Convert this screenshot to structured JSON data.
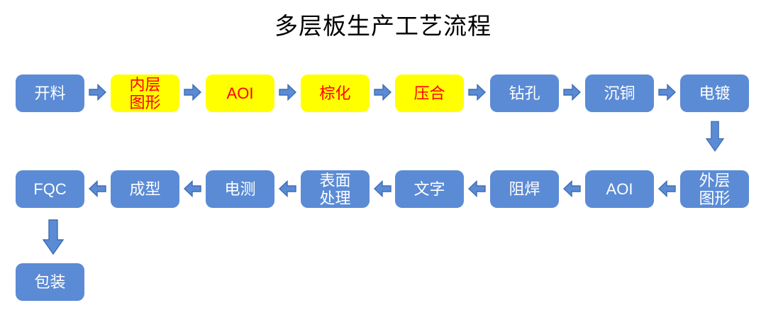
{
  "title": "多层板生产工艺流程",
  "colors": {
    "background": "#FFFFFF",
    "title_color": "#000000",
    "node_blue": "#5B8BD5",
    "node_yellow": "#FFFF00",
    "node_text_light": "#FFFFFF",
    "node_text_red": "#FF0000",
    "arrow_fill": "#5B8BD5",
    "arrow_stroke": "#3E6CB0"
  },
  "flow": {
    "row1": {
      "direction": "left-to-right",
      "nodes": [
        {
          "label": "开料",
          "highlight": false
        },
        {
          "label": "内层\n图形",
          "highlight": true
        },
        {
          "label": "AOI",
          "highlight": true
        },
        {
          "label": "棕化",
          "highlight": true
        },
        {
          "label": "压合",
          "highlight": true
        },
        {
          "label": "钻孔",
          "highlight": false
        },
        {
          "label": "沉铜",
          "highlight": false
        },
        {
          "label": "电镀",
          "highlight": false
        }
      ]
    },
    "row2": {
      "direction": "right-to-left",
      "nodes": [
        {
          "label": "FQC",
          "highlight": false
        },
        {
          "label": "成型",
          "highlight": false
        },
        {
          "label": "电测",
          "highlight": false
        },
        {
          "label": "表面\n处理",
          "highlight": false
        },
        {
          "label": "文字",
          "highlight": false
        },
        {
          "label": "阻焊",
          "highlight": false
        },
        {
          "label": "AOI",
          "highlight": false
        },
        {
          "label": "外层\n图形",
          "highlight": false
        }
      ]
    },
    "row3": {
      "nodes": [
        {
          "label": "包装",
          "highlight": false
        }
      ]
    }
  }
}
